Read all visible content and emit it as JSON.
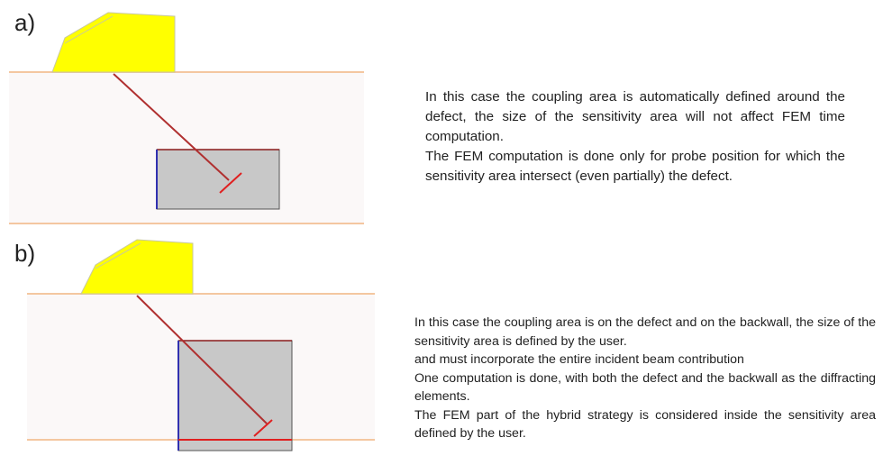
{
  "panel_a": {
    "label": "a)",
    "lines": [
      "In this case the coupling area is automatically defined around the defect, the size of the sensitivity area will not affect FEM time computation.",
      "The FEM computation is done only for probe position for which the sensitivity area intersect (even partially) the defect."
    ]
  },
  "panel_b": {
    "label": "b)",
    "lines": [
      "In this case the coupling area is on the defect and on the backwall, the size of the sensitivity area is defined by the user.",
      "and must incorporate the entire incident beam contribution",
      "One computation  is done, with both the defect and the backwall as the diffracting elements.",
      "The FEM part of the hybrid strategy is considered inside the sensitivity area defined by the user."
    ]
  },
  "colors": {
    "probe": "#ffff00",
    "surface_line": "#f4c7a0",
    "specimen_fill": "#fbf8f8",
    "coupling_area_fill": "#c8c8c8",
    "beam": "#b03030",
    "defect": "#e02020",
    "left_edge": "#3030b0"
  }
}
